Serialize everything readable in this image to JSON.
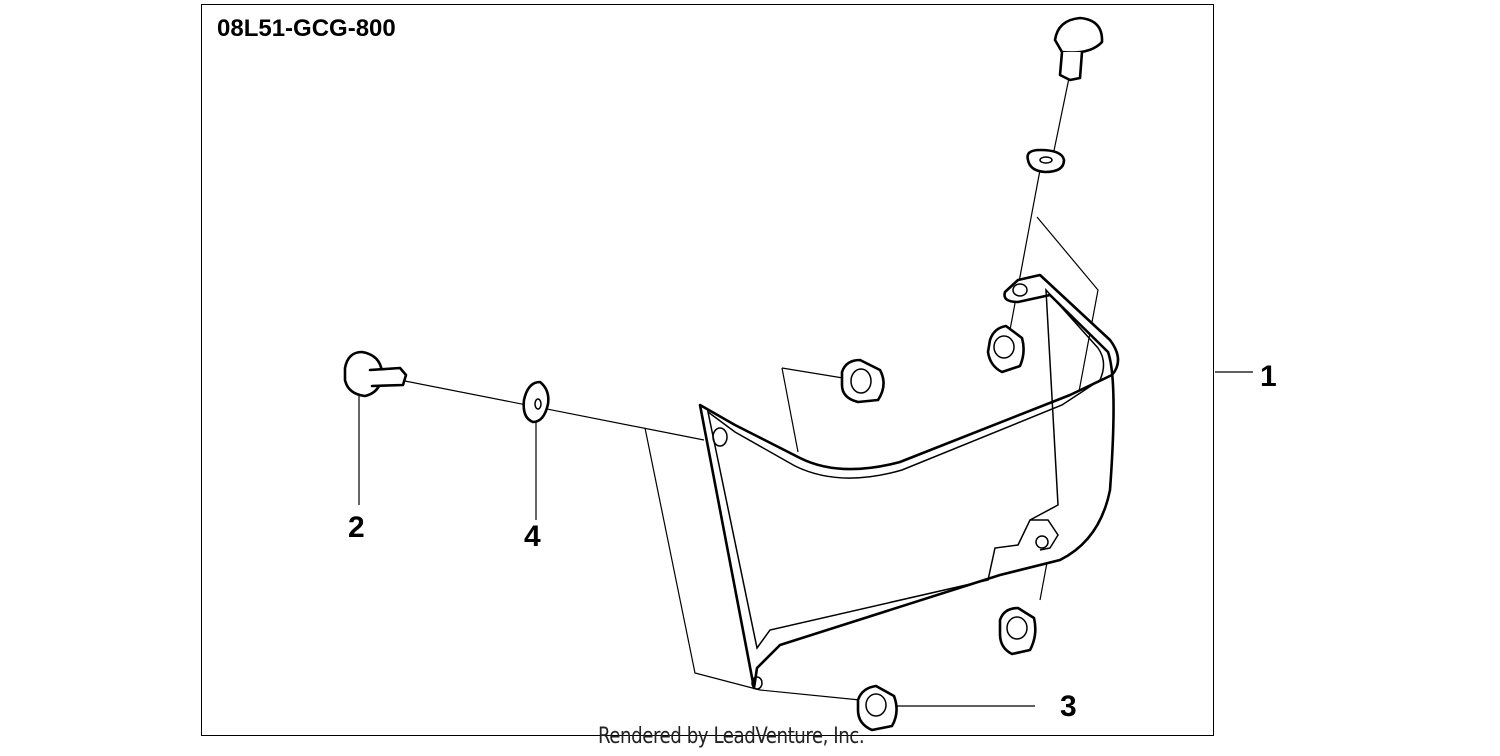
{
  "diagram": {
    "part_number": "08L51-GCG-800",
    "watermark": "Rendered by LeadVenture, Inc.",
    "callouts": {
      "c1": "1",
      "c2": "2",
      "c3": "3",
      "c4": "4"
    }
  }
}
